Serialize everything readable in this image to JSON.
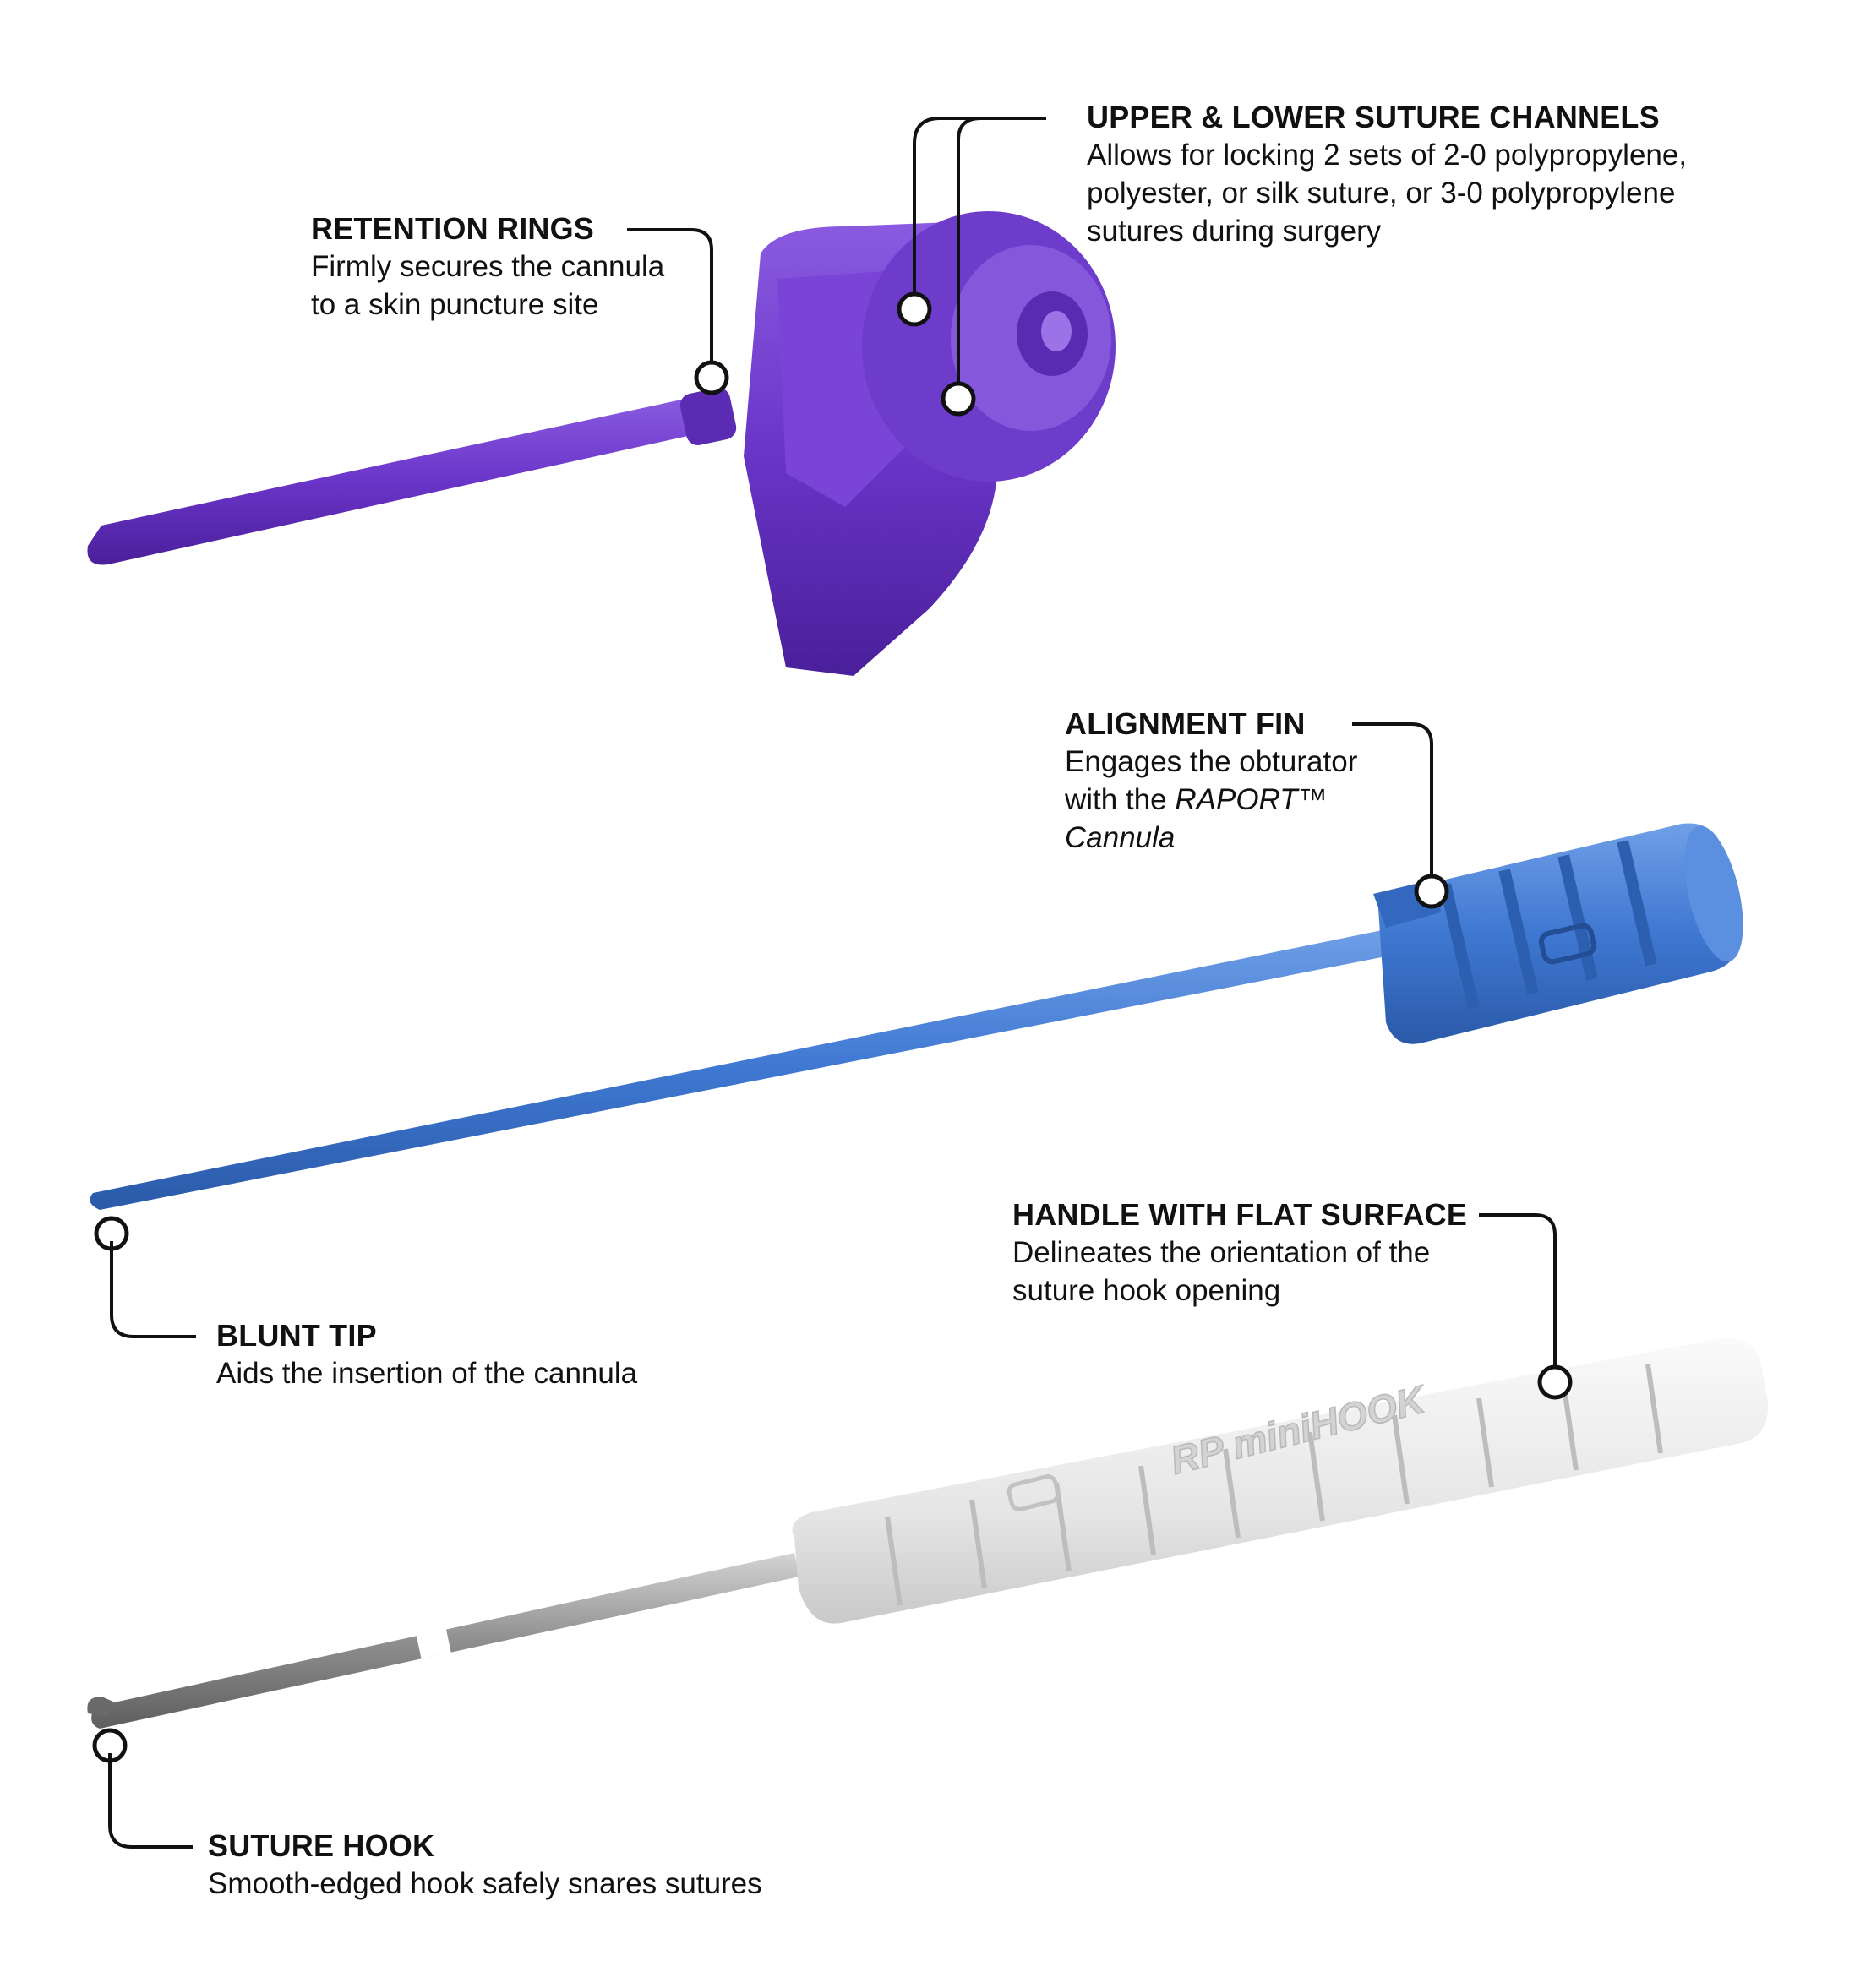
{
  "colors": {
    "cannula_purple": "#6a35c9",
    "obturator_blue": "#3f78d2",
    "hook_handle_gray": "#ececec",
    "shaft_steel": "#a6a6a6",
    "leader_line": "#111111"
  },
  "callouts": {
    "retention_rings": {
      "title": "RETENTION RINGS",
      "lines": [
        "Firmly secures the cannula",
        "to a skin puncture site"
      ]
    },
    "suture_channels": {
      "title": "UPPER & LOWER SUTURE CHANNELS",
      "lines": [
        "Allows for locking 2 sets of 2-0 polypropylene,",
        "polyester, or silk suture, or 3-0 polypropylene",
        "sutures during surgery"
      ]
    },
    "alignment_fin": {
      "title": "ALIGNMENT FIN",
      "line1": "Engages the obturator",
      "line2_prefix": "with the ",
      "line2_italic": "RAPORT™",
      "line3_italic": "Cannula"
    },
    "blunt_tip": {
      "title": "BLUNT TIP",
      "lines": [
        "Aids the insertion of the cannula"
      ]
    },
    "handle_flat_surface": {
      "title": "HANDLE WITH FLAT SURFACE",
      "lines": [
        "Delineates the orientation of the",
        "suture hook opening"
      ]
    },
    "suture_hook": {
      "title": "SUTURE HOOK",
      "lines": [
        "Smooth-edged hook safely snares sutures"
      ]
    }
  },
  "product_markings": {
    "hook_handle_text": "RP miniHOOK"
  }
}
